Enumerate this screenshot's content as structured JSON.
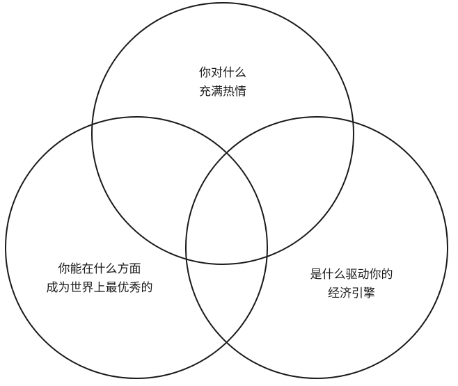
{
  "diagram": {
    "type": "venn",
    "sets": [
      {
        "id": "passion",
        "lines": [
          "你对什么",
          "充满热情"
        ]
      },
      {
        "id": "best_at",
        "lines": [
          "你能在什么方面",
          "成为世界上最优秀的"
        ]
      },
      {
        "id": "economic_engine",
        "lines": [
          "是什么驱动你的",
          "经济引擎"
        ]
      }
    ],
    "colors": {
      "stroke": "#1a1a1a",
      "background": "#ffffff"
    }
  }
}
